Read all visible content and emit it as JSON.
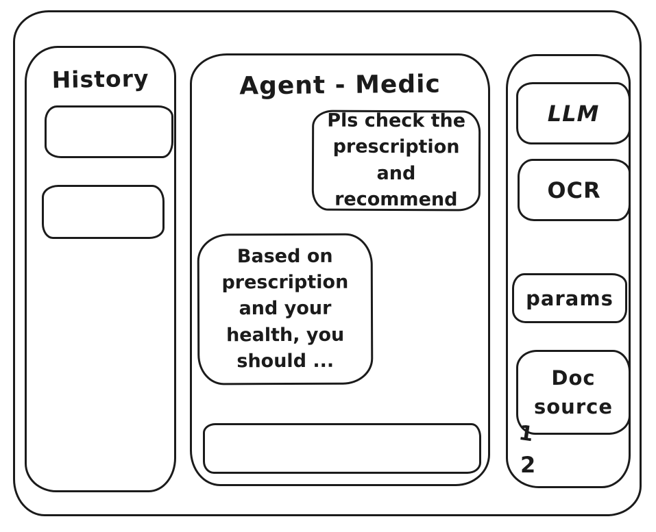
{
  "window": {
    "title": "Agent - Medic"
  },
  "colors": {
    "stroke": "#1b1b1b",
    "background": "#ffffff"
  },
  "history_panel": {
    "title": "History",
    "items": [
      {
        "label": ""
      },
      {
        "label": ""
      }
    ]
  },
  "chat_panel": {
    "title": "Agent - Medic",
    "messages": [
      {
        "role": "user",
        "align": "right",
        "text": "Pls check the\nprescription\nand recommend"
      },
      {
        "role": "assistant",
        "align": "left",
        "text": "Based on\nprescription\nand your\nhealth, you\nshould ..."
      }
    ],
    "input": {
      "value": "",
      "placeholder": ""
    }
  },
  "tools_panel": {
    "buttons": [
      {
        "id": "llm",
        "label": "LLM"
      },
      {
        "id": "ocr",
        "label": "OCR"
      },
      {
        "id": "params",
        "label": "params"
      },
      {
        "id": "doc-source",
        "label": "Doc source"
      }
    ],
    "doc_source_list": [
      "1",
      "2"
    ]
  }
}
